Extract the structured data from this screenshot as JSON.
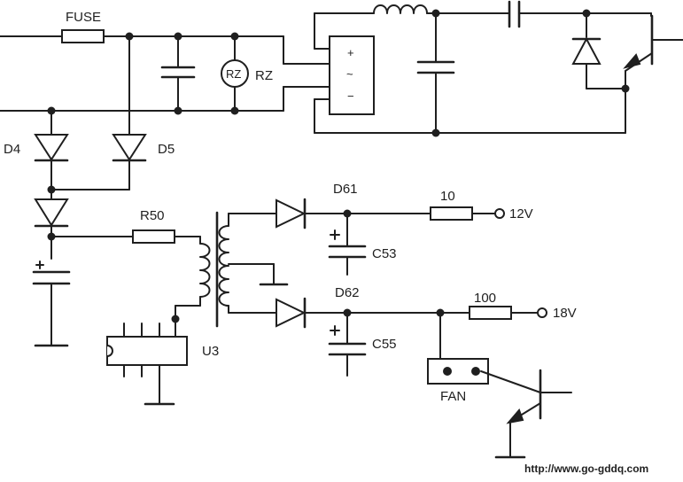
{
  "labels": {
    "fuse": "FUSE",
    "rz_symbol": "RZ",
    "rz": "RZ",
    "bridge_plus": "+",
    "bridge_ac": "~",
    "bridge_minus": "−",
    "d4": "D4",
    "d5": "D5",
    "r50": "R50",
    "d61": "D61",
    "res_10": "10",
    "out_12v": "12V",
    "c53": "C53",
    "d62": "D62",
    "res_100": "100",
    "out_18v": "18V",
    "c55": "C55",
    "u3": "U3",
    "fan": "FAN",
    "url": "http://www.go-gddq.com"
  }
}
